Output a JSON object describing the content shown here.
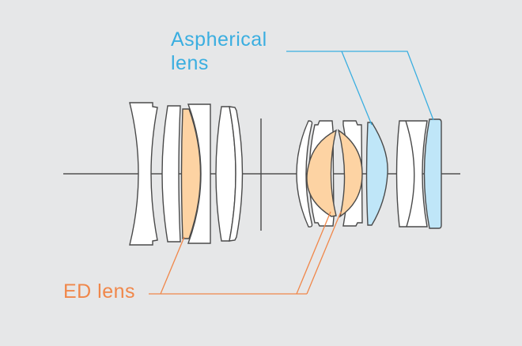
{
  "labels": {
    "aspherical_line1": "Aspherical",
    "aspherical_line2": "lens",
    "ed": "ED lens"
  },
  "colors": {
    "background": "#e6e7e8",
    "ed_fill": "#fdd3a3",
    "aspherical_fill": "#bfe6f8",
    "ed_label": "#f0874a",
    "aspherical_label": "#3aaee0"
  }
}
